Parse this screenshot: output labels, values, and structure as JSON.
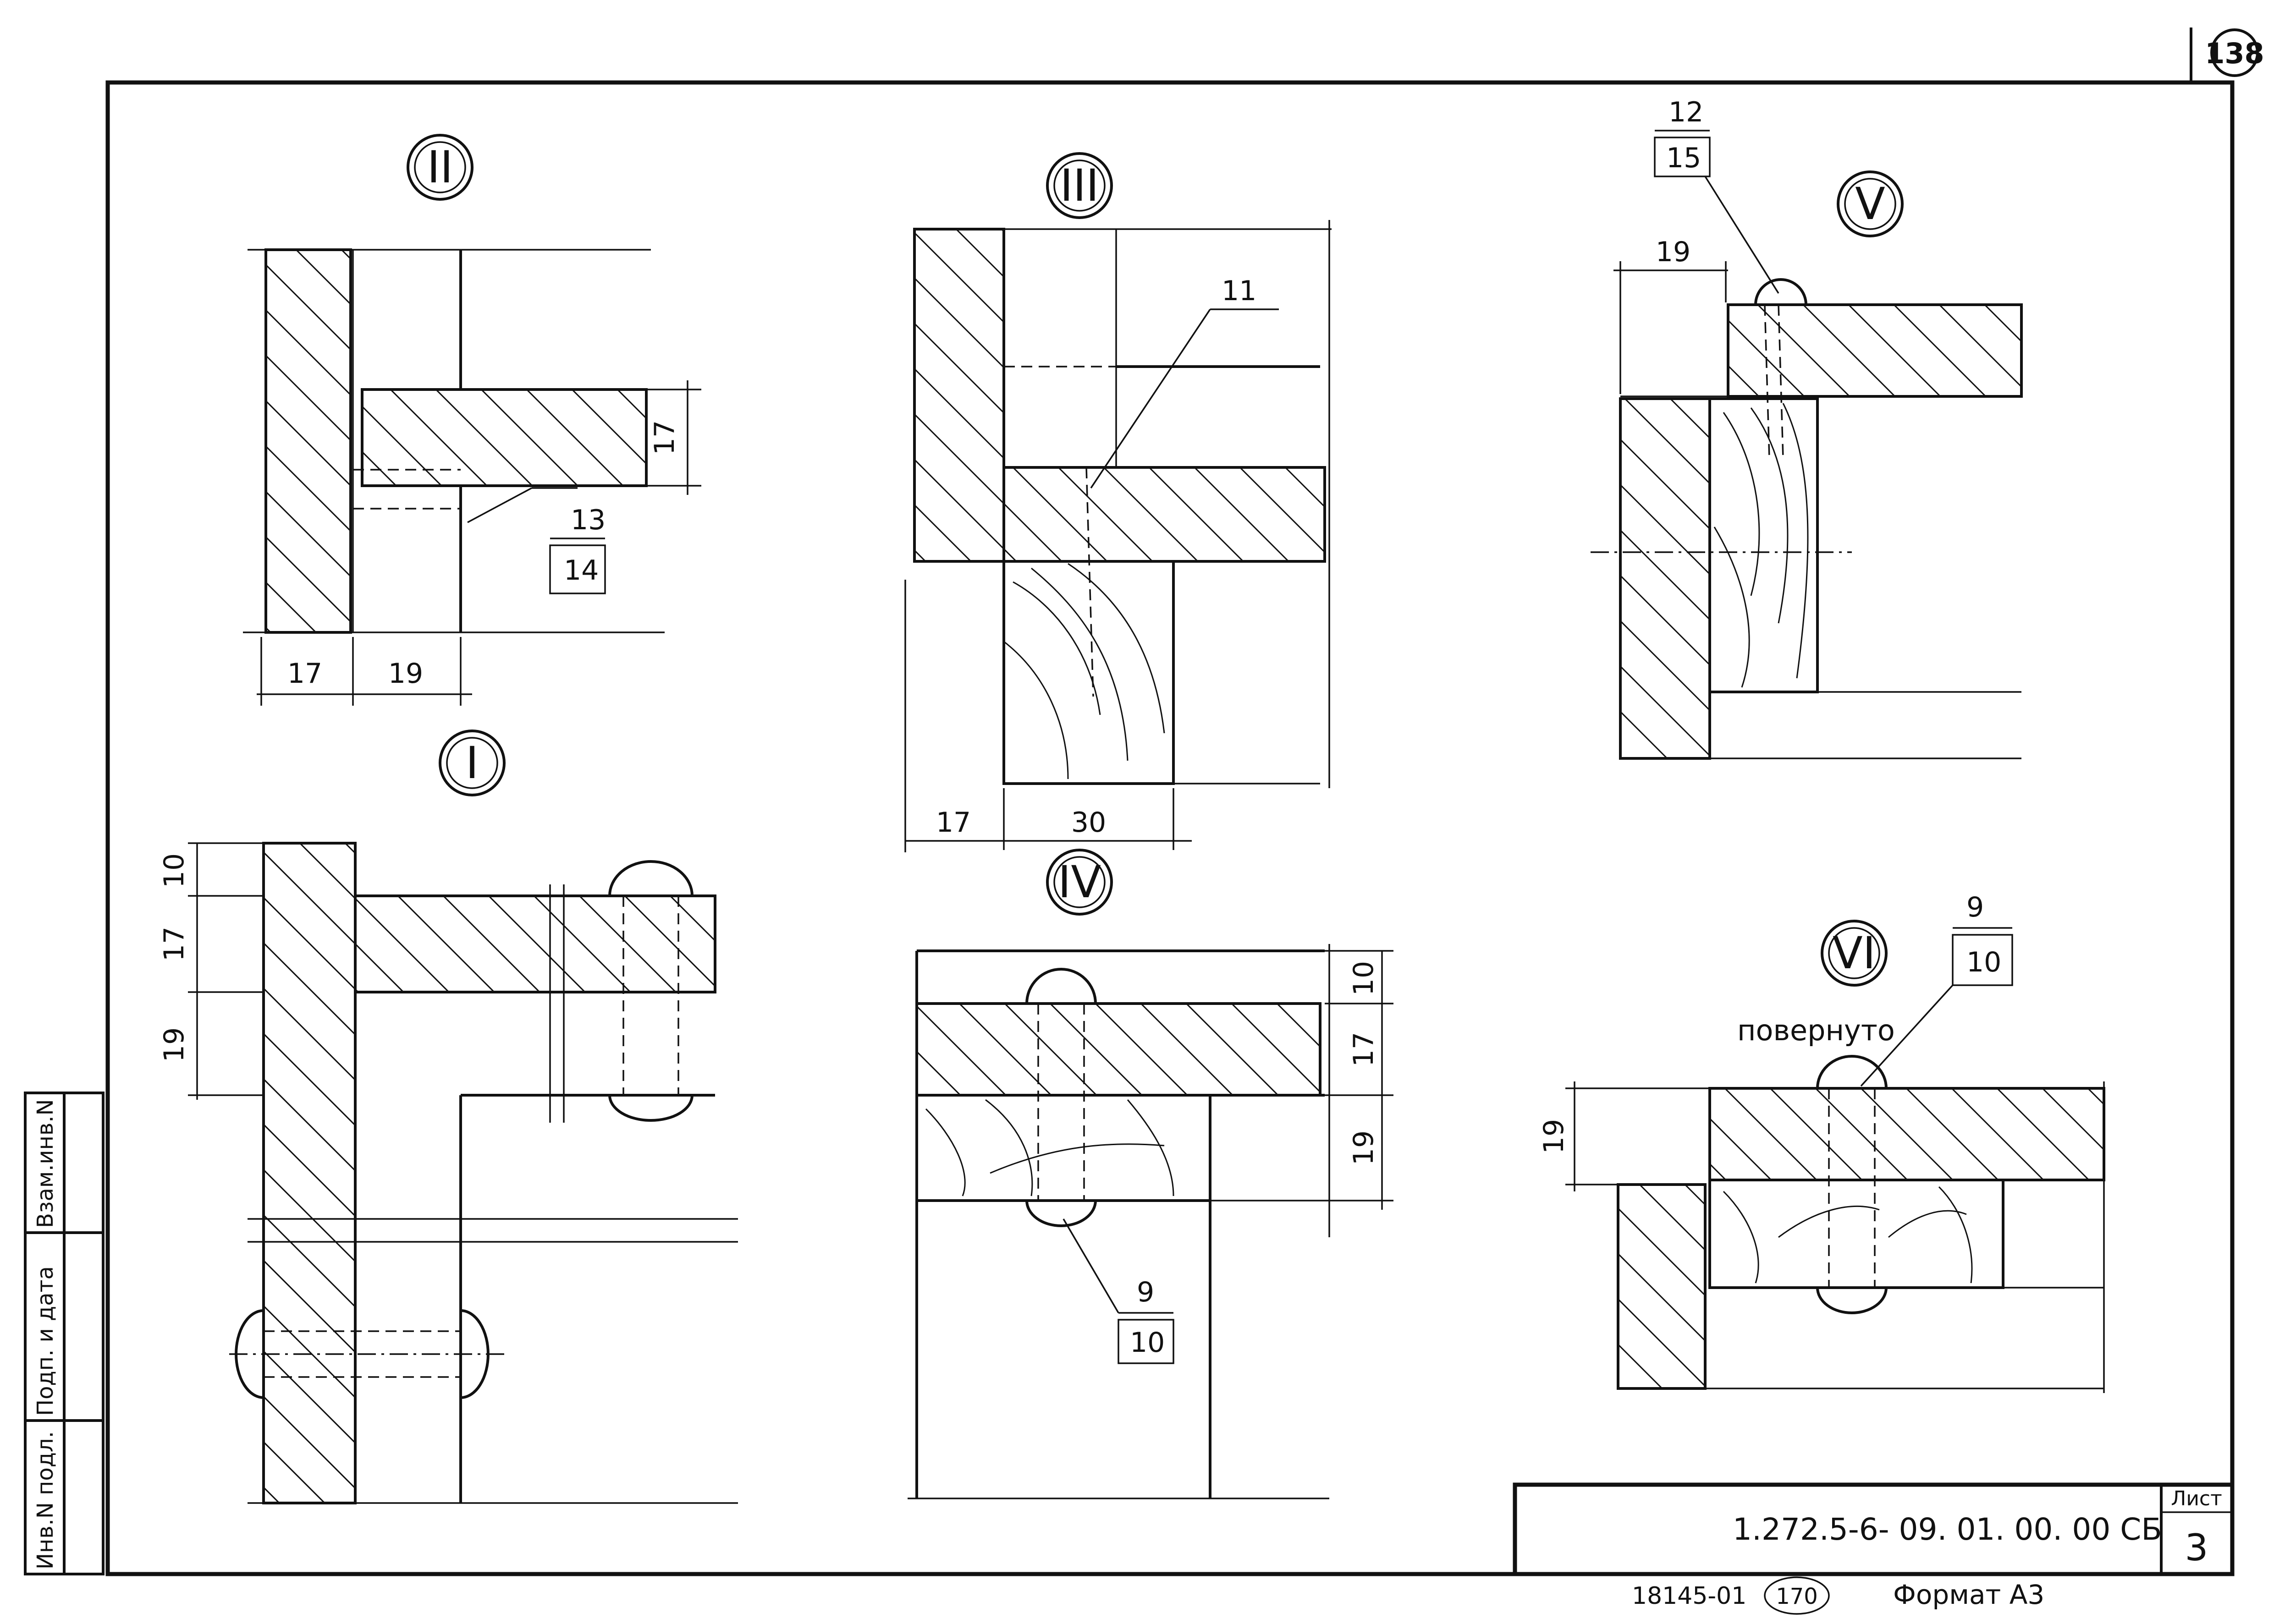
{
  "page_number": "138",
  "details": [
    {
      "id": "II",
      "numeral": "II",
      "dims": [
        "17",
        "19",
        "17"
      ],
      "callouts": [
        {
          "top": "13",
          "bottom": "14"
        }
      ]
    },
    {
      "id": "III",
      "numeral": "III",
      "dims": [
        "17",
        "30"
      ],
      "callouts": [
        {
          "label": "11"
        }
      ]
    },
    {
      "id": "V",
      "numeral": "V",
      "dims": [
        "19"
      ],
      "callouts": [
        {
          "top": "12",
          "bottom": "15"
        }
      ]
    },
    {
      "id": "I",
      "numeral": "I",
      "dims": [
        "10",
        "17",
        "19"
      ]
    },
    {
      "id": "IV",
      "numeral": "IV",
      "dims": [
        "10",
        "17",
        "19"
      ],
      "callouts": [
        {
          "top": "9",
          "bottom": "10"
        }
      ]
    },
    {
      "id": "VI",
      "numeral": "VI",
      "dims": [
        "19"
      ],
      "note": "повернуто",
      "callouts": [
        {
          "top": "9",
          "bottom": "10"
        }
      ]
    }
  ],
  "side_stamp": {
    "cells": [
      "Инв.N подл.",
      "Подп. и дата",
      "Взам.инв.N"
    ]
  },
  "title_block": {
    "designation": "1.272.5-6- 09. 01. 00. 00 СБ",
    "sheet_label": "Лист",
    "sheet_number": "3"
  },
  "footer": {
    "code": "18145-01",
    "copy_no": "170",
    "format": "Формат А3"
  }
}
